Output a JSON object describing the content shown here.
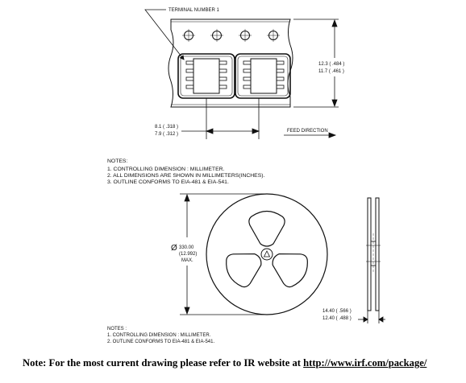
{
  "tape": {
    "terminal_label": "TERMINAL NUMBER 1",
    "height_max": "12.3 ( .484 )",
    "height_min": "11.7 ( .461 )",
    "pitch_max": "8.1 ( .318 )",
    "pitch_min": "7.9 ( .312 )",
    "feed_direction": "FEED DIRECTION"
  },
  "notes1": {
    "title": "NOTES:",
    "items": [
      "1.  CONTROLLING DIMENSION : MILLIMETER.",
      "2.  ALL DIMENSIONS ARE SHOWN IN MILLIMETERS(INCHES).",
      "3.  OUTLINE CONFORMS TO EIA-481 & EIA-541."
    ]
  },
  "reel": {
    "diameter_symbol": "Ø",
    "diameter_mm": "330.00",
    "diameter_in": "(12.992)",
    "diameter_max": "MAX.",
    "width_max": "14.40 ( .566 )",
    "width_min": "12.40 ( .488 )"
  },
  "notes2": {
    "title": "NOTES :",
    "items": [
      "1. CONTROLLING DIMENSION : MILLIMETER.",
      "2. OUTLINE CONFORMS TO EIA-481 & EIA-541."
    ]
  },
  "footnote": {
    "text": "Note: For the most current drawing please refer to IR website at ",
    "link": "http://www.irf.com/package/"
  }
}
